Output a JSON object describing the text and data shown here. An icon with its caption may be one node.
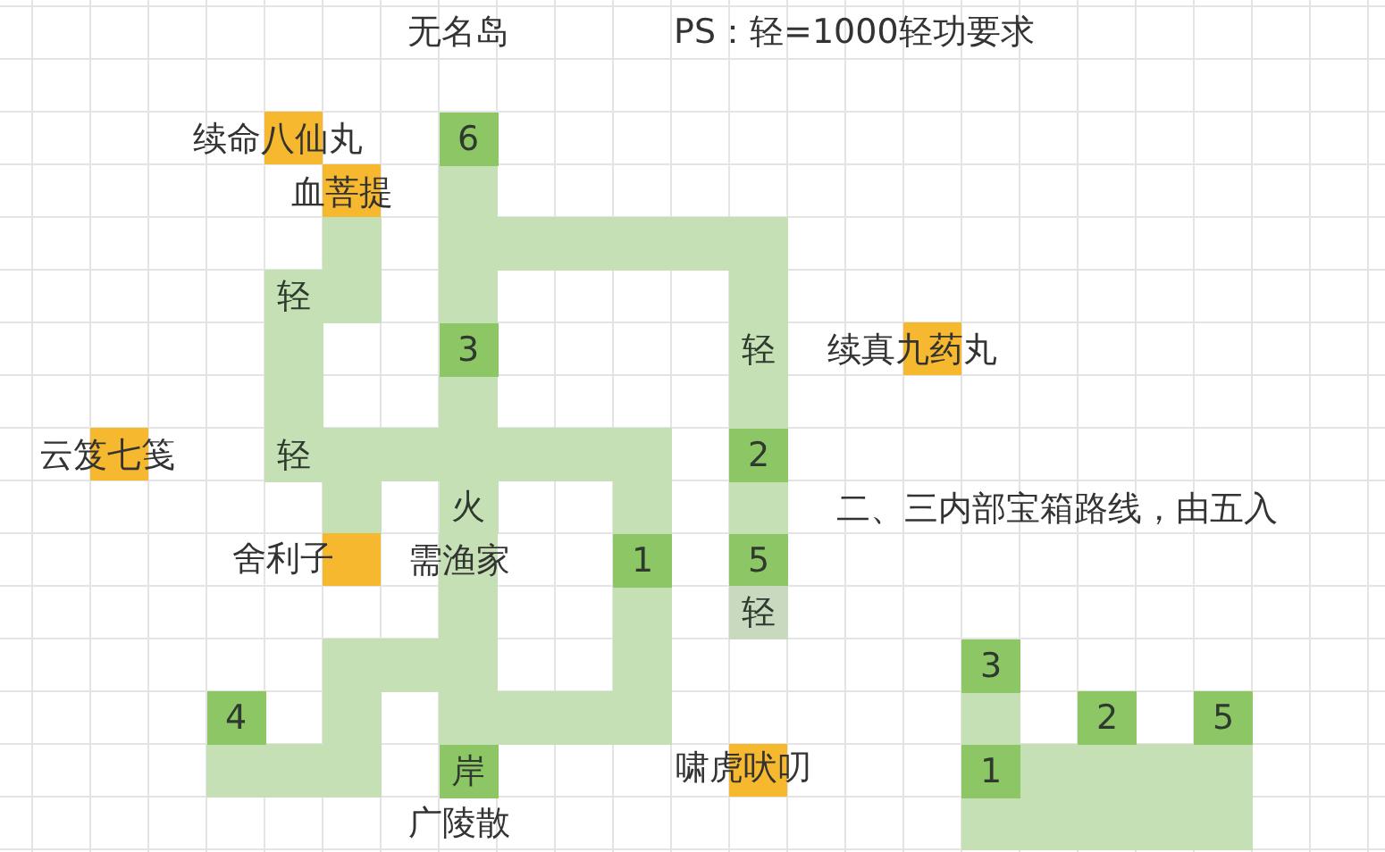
{
  "diagram": {
    "title": "无名岛",
    "nodes": [
      {
        "text": [
          "6"
        ]
      },
      {
        "text": [
          "轻"
        ]
      },
      {
        "text": [
          "3"
        ]
      },
      {
        "text": [
          "轻"
        ]
      },
      {
        "text": [
          "轻"
        ]
      },
      {
        "text": [
          "2"
        ]
      },
      {
        "text": [
          "火"
        ],
        "beside": [
          "需渔家"
        ]
      },
      {
        "text": [
          "1"
        ]
      },
      {
        "text": [
          "5"
        ]
      },
      {
        "text": [
          "轻"
        ]
      },
      {
        "text": [
          "3"
        ]
      },
      {
        "text": [
          "4"
        ]
      },
      {
        "text": [
          "2"
        ]
      },
      {
        "text": [
          "5"
        ]
      },
      {
        "text": [
          "岸"
        ],
        "beside": [
          "广陵散"
        ]
      },
      {
        "text": [
          "1"
        ]
      }
    ],
    "labels": [
      "PS：轻=1000轻功要求",
      "续命八仙丸",
      "血菩提",
      "续真九药丸",
      "云笈七笺",
      "二、三内部宝箱路线，由五入",
      "舍利子",
      "啸虎吠叨"
    ]
  }
}
